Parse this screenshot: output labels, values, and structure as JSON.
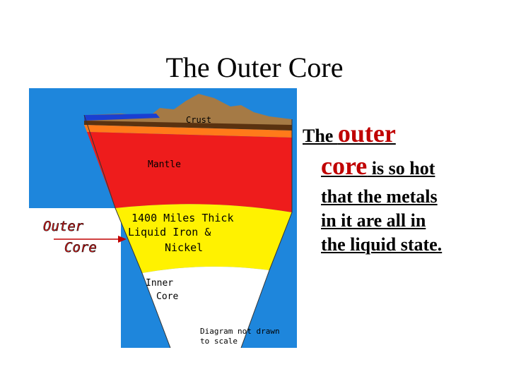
{
  "slide": {
    "title": "The Outer Core",
    "text": {
      "lead": "The ",
      "word_outer": "outer",
      "word_core": "core",
      "after_core": " is so hot",
      "line3": "that the metals",
      "line4": "in it are all in",
      "line5": "the liquid state."
    }
  },
  "diagram": {
    "labels": {
      "crust": "Crust",
      "mantle": "Mantle",
      "outer_core_1": "Outer",
      "outer_core_2": "Core",
      "thickness_1": "1400 Miles Thick",
      "thickness_2": "Liquid Iron &",
      "thickness_3": "Nickel",
      "inner_core_1": "Inner",
      "inner_core_2": "Core",
      "note_1": "Diagram not drawn",
      "note_2": "to scale"
    },
    "colors": {
      "background": "#1e86dc",
      "crust": "#a57a45",
      "ocean": "#1a3fd1",
      "mantle_upper": "#ff7a1a",
      "mantle": "#ee1c1c",
      "outer_core": "#fff200",
      "inner_core": "#ffffff",
      "outer_core_label": "#e81c1c"
    }
  }
}
